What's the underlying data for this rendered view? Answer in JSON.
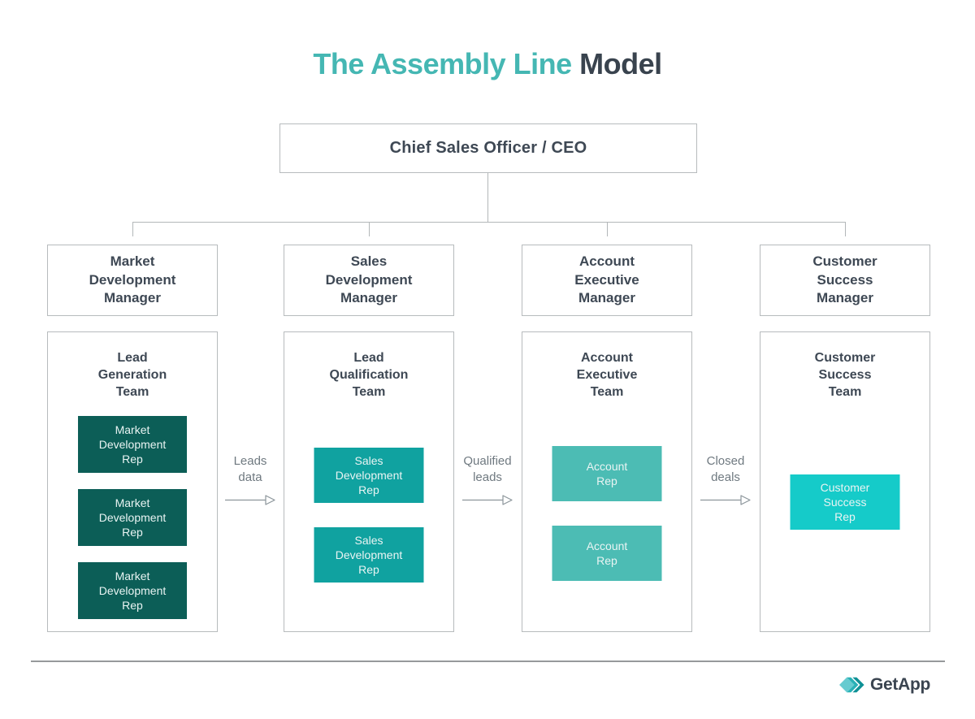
{
  "title": {
    "highlight": "The Assembly Line ",
    "rest": "Model"
  },
  "root": {
    "label": "Chief Sales Officer / CEO"
  },
  "columns": [
    {
      "manager": "Market\nDevelopment\nManager",
      "team": "Lead\nGeneration\nTeam",
      "rep_color": "#0C5E57",
      "reps": [
        "Market\nDevelopment\nRep",
        "Market\nDevelopment\nRep",
        "Market\nDevelopment\nRep"
      ]
    },
    {
      "manager": "Sales\nDevelopment\nManager",
      "team": "Lead\nQualification\nTeam",
      "rep_color": "#10A2A0",
      "reps": [
        "Sales\nDevelopment\nRep",
        "Sales\nDevelopment\nRep"
      ]
    },
    {
      "manager": "Account\nExecutive\nManager",
      "team": "Account\nExecutive\nTeam",
      "rep_color": "#4CBCB4",
      "reps": [
        "Account\nRep",
        "Account\nRep"
      ]
    },
    {
      "manager": "Customer\nSuccess\nManager",
      "team": "Customer\nSuccess\nTeam",
      "rep_color": "#15CBC9",
      "reps": [
        "Customer\nSuccess\nRep"
      ]
    }
  ],
  "flows": [
    {
      "label": "Leads\ndata"
    },
    {
      "label": "Qualified\nleads"
    },
    {
      "label": "Closed\ndeals"
    }
  ],
  "footer": {
    "brand": "GetApp"
  },
  "colors": {
    "accent_teal": "#45B7B3",
    "dark_text": "#39434E",
    "node_border": "#B7BBBD",
    "connector": "#B3B7B9",
    "flow_text": "#6F7980",
    "rep_dark_teal": "#0C5E57",
    "rep_teal": "#10A2A0",
    "rep_soft_teal": "#4CBCB4",
    "rep_cyan": "#15CBC9"
  }
}
